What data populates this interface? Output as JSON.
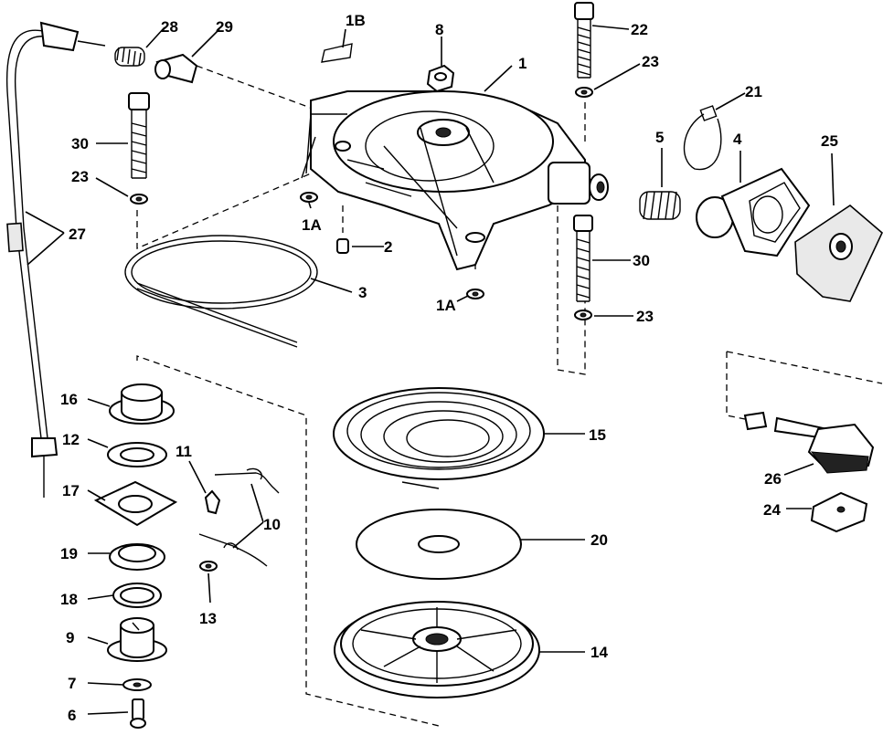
{
  "labels": {
    "p1": "1",
    "p1a_left": "1A",
    "p1a_bottom": "1A",
    "p1b": "1B",
    "p2": "2",
    "p3": "3",
    "p4": "4",
    "p5": "5",
    "p6": "6",
    "p7": "7",
    "p8": "8",
    "p9": "9",
    "p10": "10",
    "p11": "11",
    "p12": "12",
    "p13": "13",
    "p14": "14",
    "p15": "15",
    "p16": "16",
    "p17": "17",
    "p18": "18",
    "p19": "19",
    "p20": "20",
    "p21": "21",
    "p22": "22",
    "p23_top": "23",
    "p23_left": "23",
    "p23_right": "23",
    "p24": "24",
    "p25": "25",
    "p26": "26",
    "p27": "27",
    "p28": "28",
    "p29": "29",
    "p30_left": "30",
    "p30_right": "30"
  }
}
